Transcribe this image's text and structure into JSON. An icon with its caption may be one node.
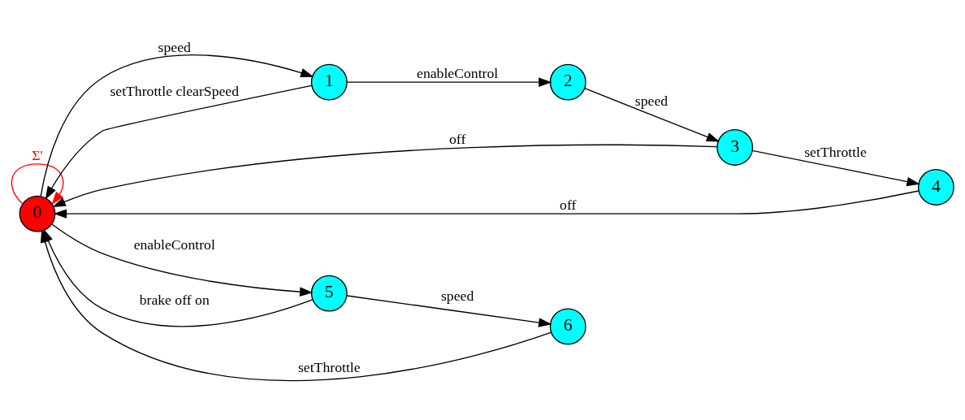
{
  "diagram": {
    "nodes": [
      {
        "text": [
          "0"
        ]
      },
      {
        "text": [
          "1"
        ]
      },
      {
        "text": [
          "2"
        ]
      },
      {
        "text": [
          "3"
        ]
      },
      {
        "text": [
          "4"
        ]
      },
      {
        "text": [
          "5"
        ]
      },
      {
        "text": [
          "6"
        ]
      }
    ],
    "edges": [
      {
        "from": 0,
        "to": 0,
        "arrow": "to",
        "label": "Σ'",
        "color": "#ff0000"
      },
      {
        "from": 0,
        "to": 1,
        "arrow": "to",
        "label": "speed"
      },
      {
        "from": 1,
        "to": 2,
        "arrow": "to",
        "label": "enableControl"
      },
      {
        "from": 2,
        "to": 3,
        "arrow": "to",
        "label": "speed"
      },
      {
        "from": 3,
        "to": 4,
        "arrow": "to",
        "label": "setThrottle"
      },
      {
        "from": 0,
        "to": 5,
        "arrow": "to",
        "label": "enableControl"
      },
      {
        "from": 5,
        "to": 6,
        "arrow": "to",
        "label": "speed"
      },
      {
        "from": 1,
        "to": 0,
        "arrow": "to",
        "label": "setThrottle clearSpeed"
      },
      {
        "from": 3,
        "to": 0,
        "arrow": "to",
        "label": "off"
      },
      {
        "from": 4,
        "to": 0,
        "arrow": "to",
        "label": "off"
      },
      {
        "from": 5,
        "to": 0,
        "arrow": "to",
        "label": "brake off on"
      },
      {
        "from": 6,
        "to": 0,
        "arrow": "to",
        "label": "setThrottle"
      }
    ]
  }
}
